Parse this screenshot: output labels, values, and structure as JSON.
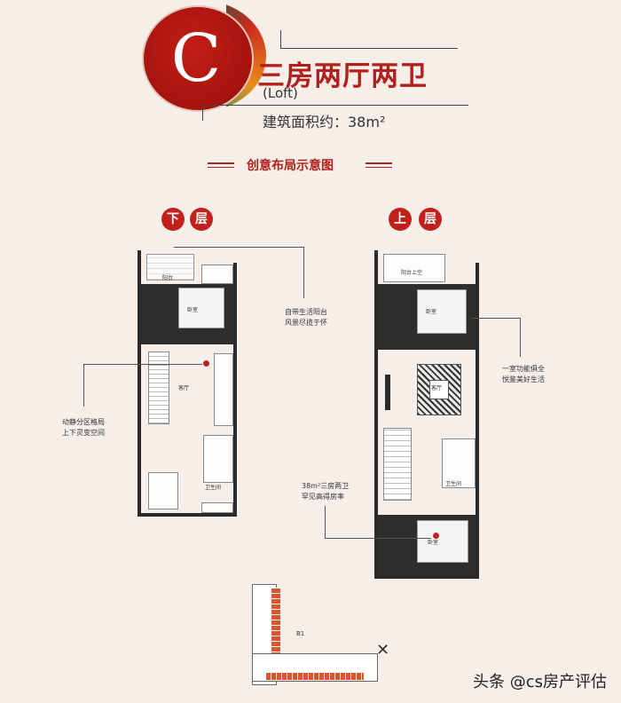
{
  "header": {
    "badge_letter": "C",
    "title": "三房两厅两卫",
    "subtitle": "(Loft)",
    "area": "建筑面积约：38m²"
  },
  "section": {
    "title": "创意布局示意图"
  },
  "floors": {
    "lower": {
      "badge_1": "下",
      "badge_2": "层"
    },
    "upper": {
      "badge_1": "上",
      "badge_2": "层"
    }
  },
  "lower_plan": {
    "rooms": {
      "bedroom": "卧室",
      "living": "客厅",
      "bathroom": "卫生间",
      "balcony": "阳台"
    },
    "annotations": {
      "balcony_note_1": "自带生活阳台",
      "balcony_note_2": "风景尽揽于怀",
      "zoning_note_1": "动静分区格局",
      "zoning_note_2": "上下灵变空间"
    }
  },
  "upper_plan": {
    "rooms": {
      "balcony_void": "阳台上空",
      "bedroom_top": "卧室",
      "living": "客厅",
      "bathroom": "卫生间",
      "bedroom_bottom": "卧室"
    },
    "annotations": {
      "room_note_1": "一室功能俱全",
      "room_note_2": "悦鉴美好生活",
      "layout_note_1": "38m²三房两卫",
      "layout_note_2": "罕见高得房率"
    }
  },
  "site_plan": {
    "label": "B1"
  },
  "watermark": "头条 @cs房产评估",
  "colors": {
    "accent": "#b31f1a",
    "background": "#f6efe9"
  }
}
